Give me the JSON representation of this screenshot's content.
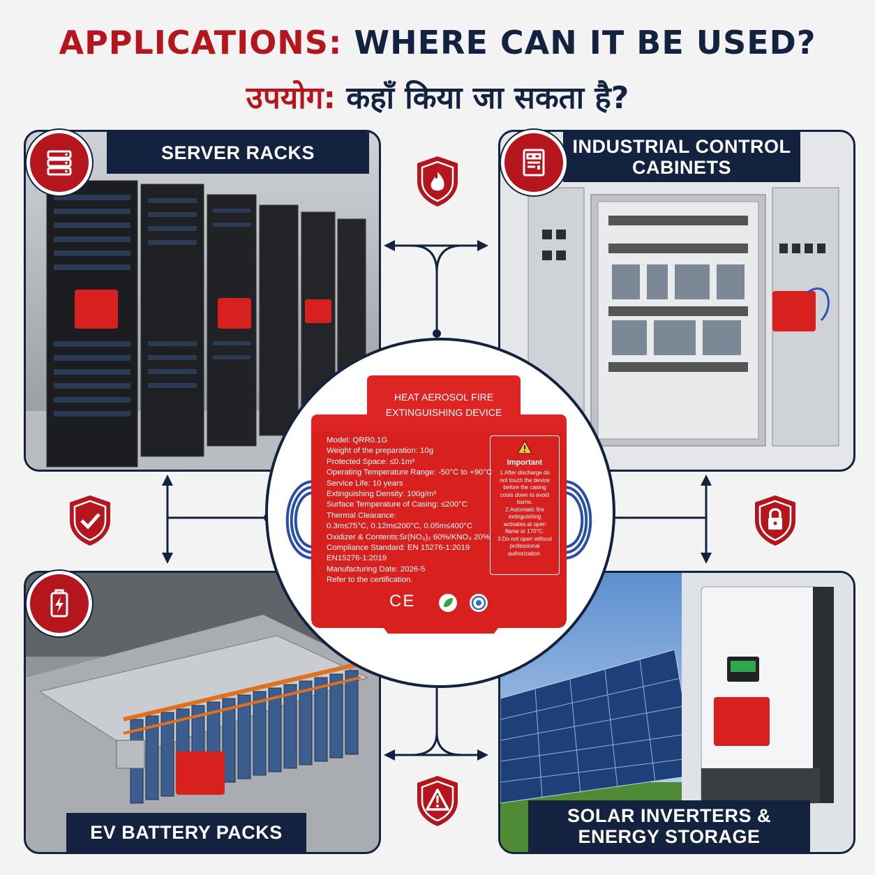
{
  "header": {
    "title_red": "APPLICATIONS:",
    "title_dark": "WHERE CAN IT BE USED?",
    "subtitle_red": "उपयोग:",
    "subtitle_dark": "कहाँ किया जा सकता है?"
  },
  "panels": {
    "server_racks": {
      "label": "SERVER RACKS",
      "icon": "server-icon"
    },
    "industrial": {
      "label_line1": "INDUSTRIAL CONTROL",
      "label_line2": "CABINETS",
      "icon": "cabinet-icon"
    },
    "ev_battery": {
      "label": "EV BATTERY PACKS",
      "icon": "battery-icon"
    },
    "solar": {
      "label_line1": "SOLAR INVERTERS &",
      "label_line2": "ENERGY STORAGE",
      "icon": "none"
    }
  },
  "shields": [
    "fire-shield-icon",
    "check-shield-icon",
    "lock-shield-icon",
    "warning-shield-icon"
  ],
  "device": {
    "title_line1": "HEAT AEROSOL FIRE",
    "title_line2": "EXTINGUISHING DEVICE",
    "specs": [
      "Model: QRR0.1G",
      "Weight of the preparation: 10g",
      "Protected Space: ≤0.1m³",
      "Operating Temperature Range: -50°C to +90°C",
      "Service Life: 10 years",
      "Extinguishing Density: 100g/m³",
      "Surface Temperature of Casing: ≤200°C",
      "Thermal Clearance:",
      "0.3m≤75°C, 0.12m≤200°C, 0.05m≤400°C",
      "Oxidizer & Contents:Sr(NO₃)₂ 60%/KNO₃ 20%",
      "Compliance Standard: EN 15276-1:2019",
      "EN15276-1:2019",
      "Manufacturing Date: 2026-5",
      "Refer to the certification."
    ],
    "important_title": "Important",
    "important_lines": [
      "1.After discharge do",
      "not touch the device",
      "before the casing",
      "cools down to avoid",
      "burns.",
      "2.Automatic fire",
      "extinguishing",
      "activates at open",
      "flame or 170°C.",
      "3.Do not open without",
      "professional",
      "authorization."
    ],
    "ce_mark": "CE",
    "colors": {
      "device_red": "#d8201f",
      "navy": "#13233f",
      "brand_red": "#b5151c"
    }
  }
}
